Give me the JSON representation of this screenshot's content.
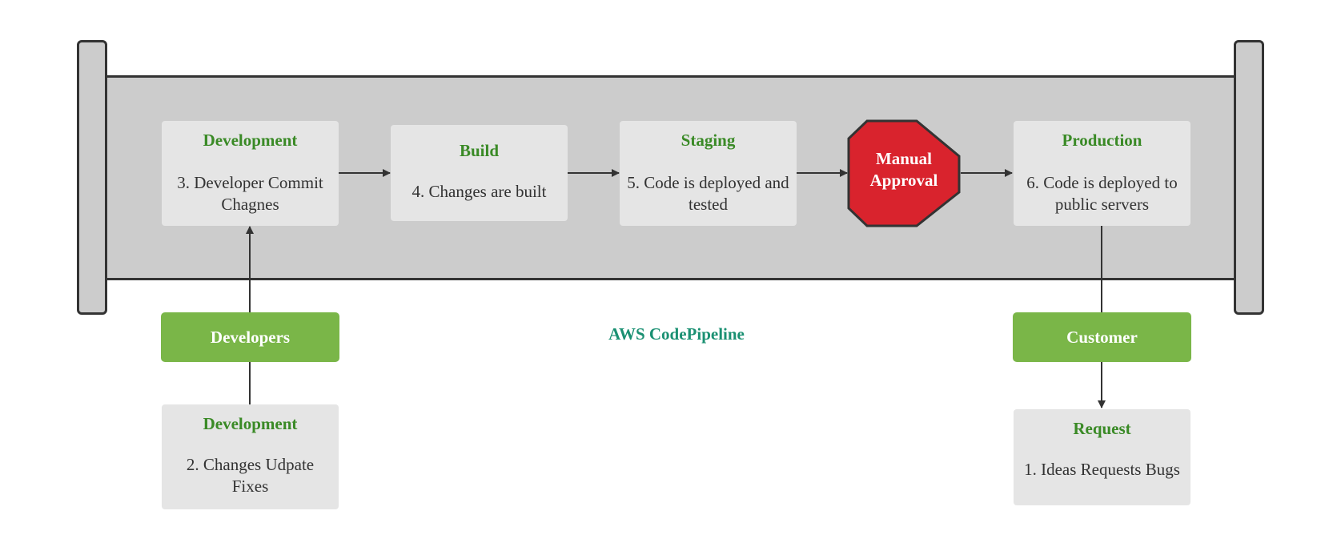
{
  "diagram": {
    "label": "AWS CodePipeline",
    "stages": [
      {
        "title": "Development",
        "body": "3. Developer Commit Chagnes"
      },
      {
        "title": "Build",
        "body": "4. Changes are built"
      },
      {
        "title": "Staging",
        "body": "5. Code is deployed and tested"
      },
      {
        "title": "Production",
        "body": "6. Code is deployed to public servers"
      }
    ],
    "approval": {
      "label": "Manual Approval",
      "color": "#d9232d"
    },
    "actors": {
      "developers": "Developers",
      "customer": "Customer"
    },
    "sources": {
      "development": {
        "title": "Development",
        "body": "2. Changes Udpate Fixes"
      },
      "request": {
        "title": "Request",
        "body": "1. Ideas Requests Bugs"
      }
    },
    "colors": {
      "stage_title": "#3a8a26",
      "actor_fill": "#7ab648",
      "pipe_fill": "#cccccc",
      "label_teal": "#1a9072"
    }
  }
}
